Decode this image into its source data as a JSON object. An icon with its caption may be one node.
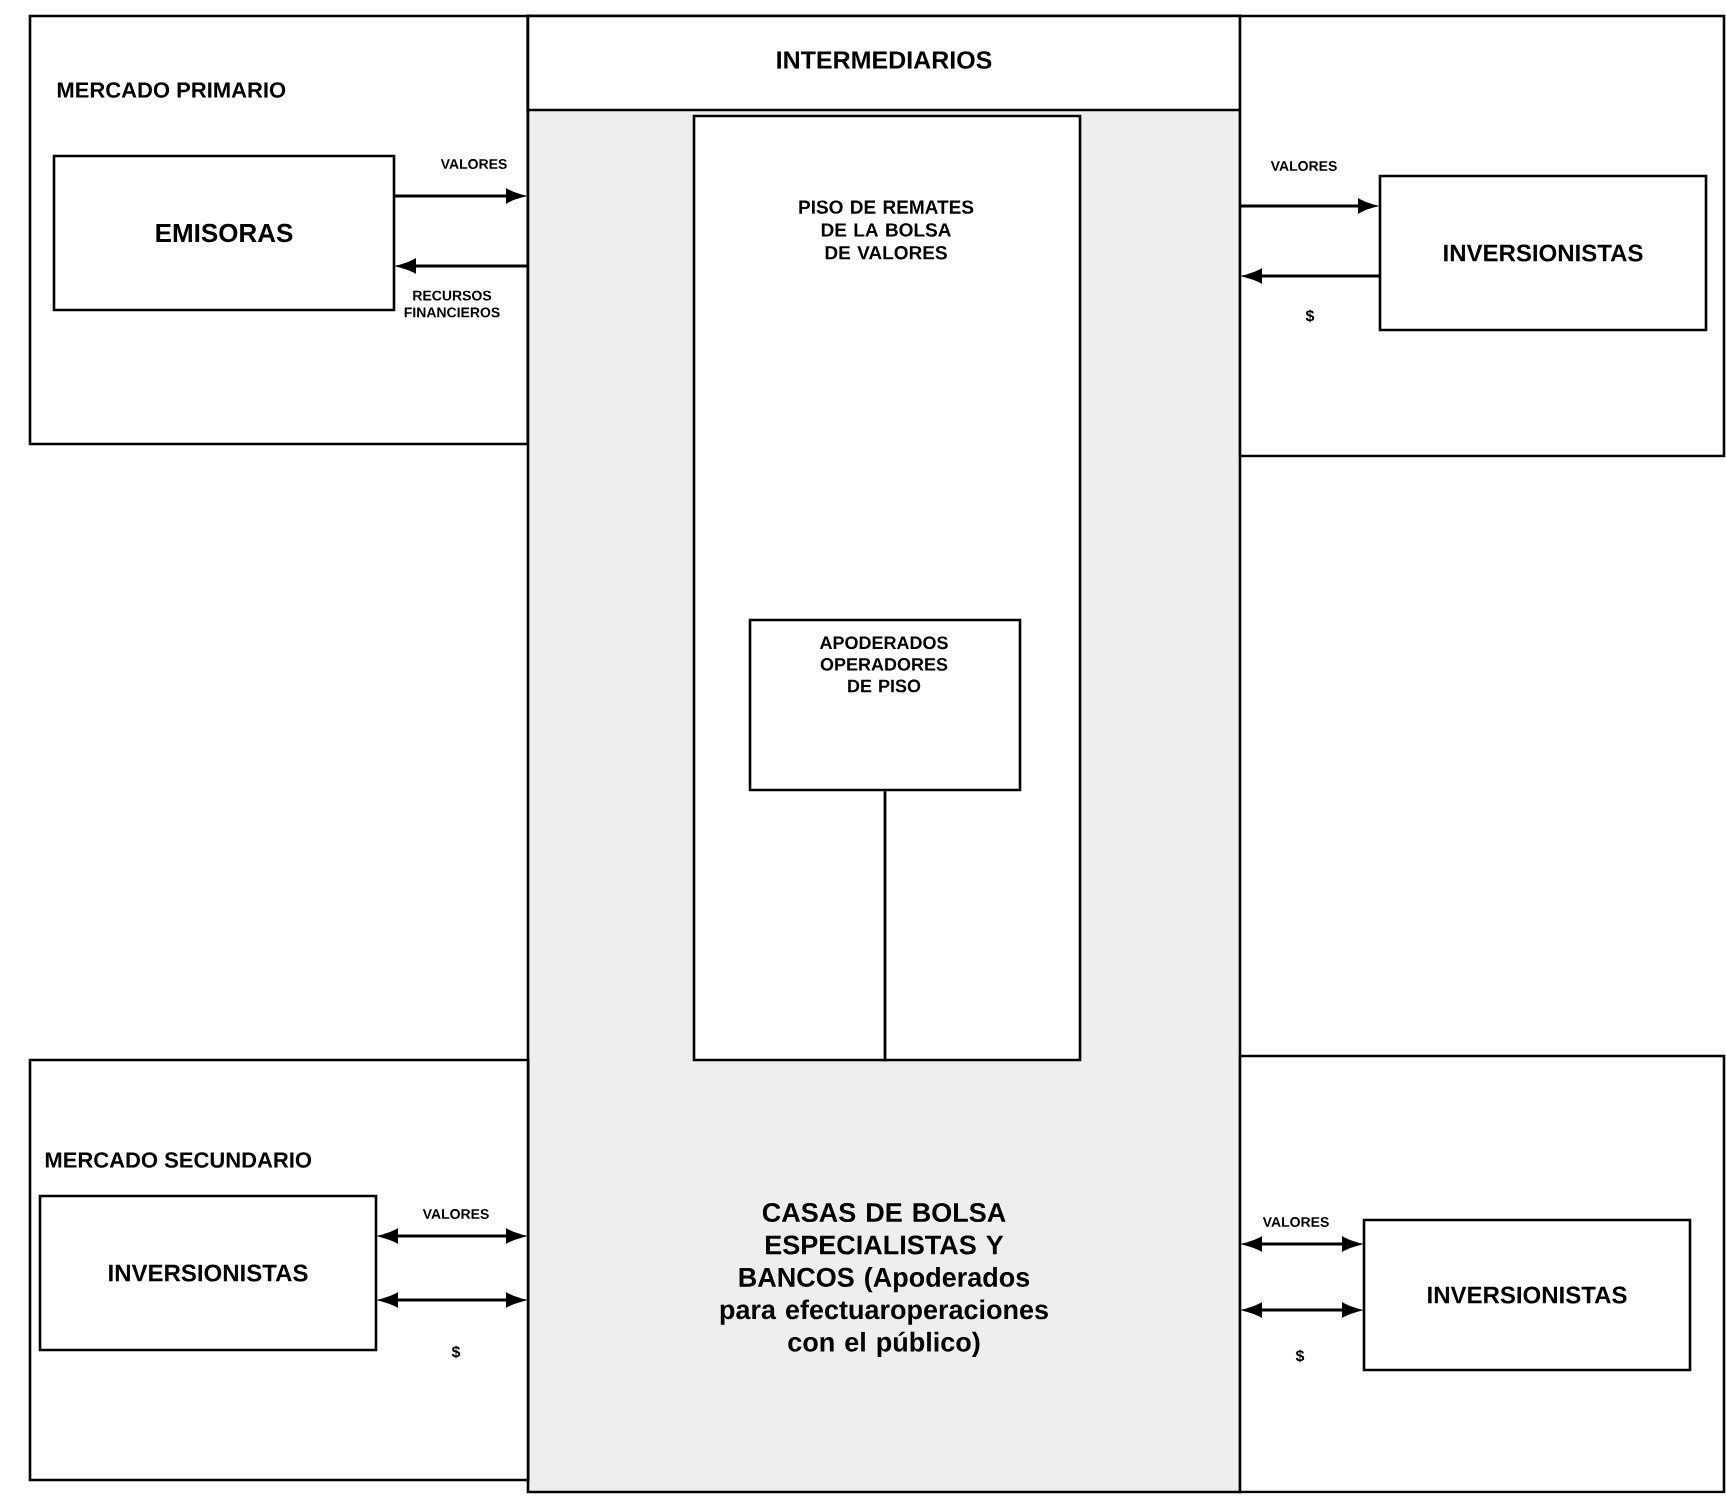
{
  "diagram": {
    "nodes": [
      {
        "text": [
          "MERCADO PRIMARIO"
        ]
      },
      {
        "text": [
          "EMISORAS"
        ],
        "in": 0
      },
      {
        "text": [
          "INTERMEDIARIOS",
          "CASAS DE BOLSA ESPECIALISTAS Y BANCOS (Apoderados para efectuaroperaciones con el público)"
        ]
      },
      {
        "text": [
          "PISO DE REMATES DE LA BOLSA DE VALORES"
        ],
        "in": 2
      },
      {
        "text": [
          "APODERADOS OPERADORES DE PISO"
        ],
        "in": 3
      },
      {
        "text": [],
        "shape": "box"
      },
      {
        "text": [
          "INVERSIONISTAS"
        ],
        "in": 5
      },
      {
        "text": [
          "MERCADO SECUNDARIO"
        ]
      },
      {
        "text": [
          "INVERSIONISTAS"
        ],
        "in": 7
      },
      {
        "text": [],
        "shape": "box"
      },
      {
        "text": [
          "INVERSIONISTAS"
        ],
        "in": 9
      }
    ],
    "edges": [
      {
        "from": 1,
        "to": 2,
        "arrow": "to",
        "label": "VALORES"
      },
      {
        "from": 2,
        "to": 1,
        "arrow": "to",
        "label": "RECURSOS FINANCIEROS"
      },
      {
        "from": 2,
        "to": 6,
        "arrow": "to",
        "label": "VALORES"
      },
      {
        "from": 6,
        "to": 2,
        "arrow": "to",
        "label": "$"
      },
      {
        "from": 8,
        "to": 2,
        "arrow": "both",
        "label": "VALORES"
      },
      {
        "from": 8,
        "to": 2,
        "arrow": "both",
        "label": "$"
      },
      {
        "from": 2,
        "to": 10,
        "arrow": "both",
        "label": "VALORES"
      },
      {
        "from": 2,
        "to": 10,
        "arrow": "both",
        "label": "$"
      },
      {
        "from": 4,
        "to": 3,
        "arrow": "none"
      }
    ]
  }
}
